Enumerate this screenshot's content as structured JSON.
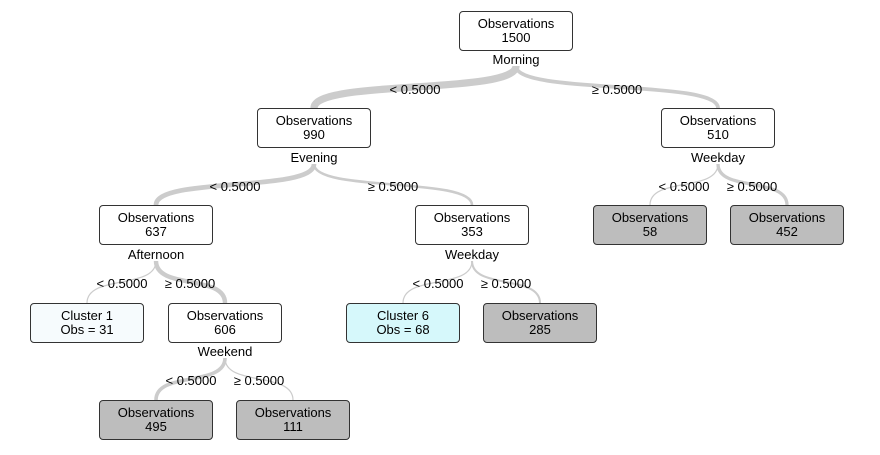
{
  "tree": {
    "n1": {
      "line1": "Observations",
      "line2": "1500",
      "split": "Morning",
      "left_label": "< 0.5000",
      "right_label": "≥ 0.5000"
    },
    "n2": {
      "line1": "Observations",
      "line2": "990",
      "split": "Evening",
      "left_label": "< 0.5000",
      "right_label": "≥ 0.5000"
    },
    "n3": {
      "line1": "Observations",
      "line2": "510",
      "split": "Weekday",
      "left_label": "< 0.5000",
      "right_label": "≥ 0.5000"
    },
    "n4": {
      "line1": "Observations",
      "line2": "637",
      "split": "Afternoon",
      "left_label": "< 0.5000",
      "right_label": "≥ 0.5000"
    },
    "n5": {
      "line1": "Observations",
      "line2": "353",
      "split": "Weekday",
      "left_label": "< 0.5000",
      "right_label": "≥ 0.5000"
    },
    "n6": {
      "line1": "Observations",
      "line2": "58"
    },
    "n7": {
      "line1": "Observations",
      "line2": "452"
    },
    "n8": {
      "line1": "Cluster 1",
      "line2": "Obs = 31"
    },
    "n9": {
      "line1": "Observations",
      "line2": "606",
      "split": "Weekend",
      "left_label": "< 0.5000",
      "right_label": "≥ 0.5000"
    },
    "n10": {
      "line1": "Cluster 6",
      "line2": "Obs = 68"
    },
    "n11": {
      "line1": "Observations",
      "line2": "285"
    },
    "n12": {
      "line1": "Observations",
      "line2": "495"
    },
    "n13": {
      "line1": "Observations",
      "line2": "111"
    }
  },
  "edges": [
    {
      "from": "n1",
      "to": "n2",
      "obs": 990
    },
    {
      "from": "n1",
      "to": "n3",
      "obs": 510
    },
    {
      "from": "n2",
      "to": "n4",
      "obs": 637
    },
    {
      "from": "n2",
      "to": "n5",
      "obs": 353
    },
    {
      "from": "n3",
      "to": "n6",
      "obs": 58
    },
    {
      "from": "n3",
      "to": "n7",
      "obs": 452
    },
    {
      "from": "n4",
      "to": "n8",
      "obs": 31
    },
    {
      "from": "n4",
      "to": "n9",
      "obs": 606
    },
    {
      "from": "n5",
      "to": "n10",
      "obs": 68
    },
    {
      "from": "n5",
      "to": "n11",
      "obs": 285
    },
    {
      "from": "n9",
      "to": "n12",
      "obs": 495
    },
    {
      "from": "n9",
      "to": "n13",
      "obs": 111
    }
  ],
  "colors": {
    "edge": "#cccccc",
    "node_border": "#333333",
    "internal_fill": "#ffffff",
    "leaf_grey_fill": "#bdbdbd",
    "cluster6_fill": "#d6f8fb",
    "cluster1_fill": "#f6fbfd"
  }
}
